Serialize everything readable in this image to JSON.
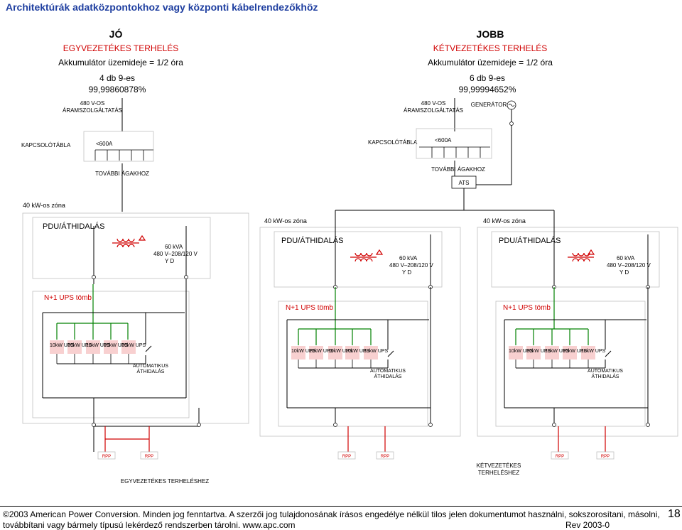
{
  "page_title": "Architektúrák adatközpontokhoz vagy központi kábelrendezőkhöz",
  "colors": {
    "red": "#d00000",
    "green": "#008000",
    "blue": "#1f3fa0",
    "rect": "#f8d0d0",
    "line": "#000000"
  },
  "left": {
    "title": "JÓ",
    "subtitle": "EGYVEZETÉKES TERHELÉS",
    "battery": "Akkumulátor üzemideje = 1/2 óra",
    "modules": "4 db 9-es",
    "availability": "99,99860878%",
    "supply": [
      "480 V-OS",
      "ÁRAMSZOLGÁLTATÁS"
    ],
    "switchboard": "KAPCSOLÓTÁBLA",
    "breaker": "<600A",
    "branches": "TOVÁBBI ÁGAKHOZ",
    "zone": "40 kW-os zóna",
    "pdu": "PDU/ÁTHIDALÁS",
    "transformer": [
      "60 kVA",
      "480 V–208/120 V",
      "Y  D"
    ],
    "ups_block": "N+1 UPS tömb",
    "ups_units": [
      "10kW UPS",
      "10kW UPS",
      "10kW UPS",
      "10kW UPS",
      "10kW UPS"
    ],
    "bypass": [
      "AUTOMATIKUS",
      "ÁTHIDALÁS"
    ],
    "rpp": [
      "RPP",
      "RPP"
    ],
    "load": "EGYVEZETÉKES TERHELÉSHEZ"
  },
  "right": {
    "title": "JOBB",
    "subtitle": "KÉTVEZETÉKES TERHELÉS",
    "battery": "Akkumulátor üzemideje = 1/2 óra",
    "modules": "6 db 9-es",
    "availability": "99,99994652%",
    "supply": [
      "480 V-OS",
      "ÁRAMSZOLGÁLTATÁS"
    ],
    "generator": "GENERÁTOR",
    "switchboard": "KAPCSOLÓTÁBLA",
    "breaker": "<600A",
    "branches": "TOVÁBBI ÁGAKHOZ",
    "ats": "ATS",
    "zones": [
      {
        "zone": "40 kW-os zóna",
        "pdu": "PDU/ÁTHIDALÁS",
        "transformer": [
          "60 kVA",
          "480 V–208/120 V",
          "Y  D"
        ],
        "ups_block": "N+1 UPS tömb",
        "ups_units": [
          "10kW UPS",
          "10kW UPS",
          "10kW UPS",
          "10kW UPS",
          "10kW UPS"
        ],
        "bypass": [
          "AUTOMATIKUS",
          "ÁTHIDALÁS"
        ],
        "rpp": [
          "RPP",
          "RPP"
        ]
      },
      {
        "zone": "40 kW-os zóna",
        "pdu": "PDU/ÁTHIDALÁS",
        "transformer": [
          "60 kVA",
          "480 V–208/120 V",
          "Y  D"
        ],
        "ups_block": "N+1 UPS tömb",
        "ups_units": [
          "10kW UPS",
          "10kW UPS",
          "10kW UPS",
          "10kW UPS",
          "10kW UPS"
        ],
        "bypass": [
          "AUTOMATIKUS",
          "ÁTHIDALÁS"
        ],
        "rpp": [
          "RPP",
          "RPP"
        ]
      }
    ],
    "load": [
      "KÉTVEZETÉKES",
      "TERHELÉSHEZ"
    ]
  },
  "footer": {
    "line1": "©2003 American Power Conversion. Minden jog fenntartva. A szerzői jog tulajdonosának írásos engedélye nélkül tilos jelen dokumentumot használni, sokszorosítani, másolni,",
    "line2": "továbbítani vagy bármely típusú lekérdező rendszerben tárolni. www.apc.com",
    "rev": "Rev 2003-0",
    "page": "18"
  }
}
